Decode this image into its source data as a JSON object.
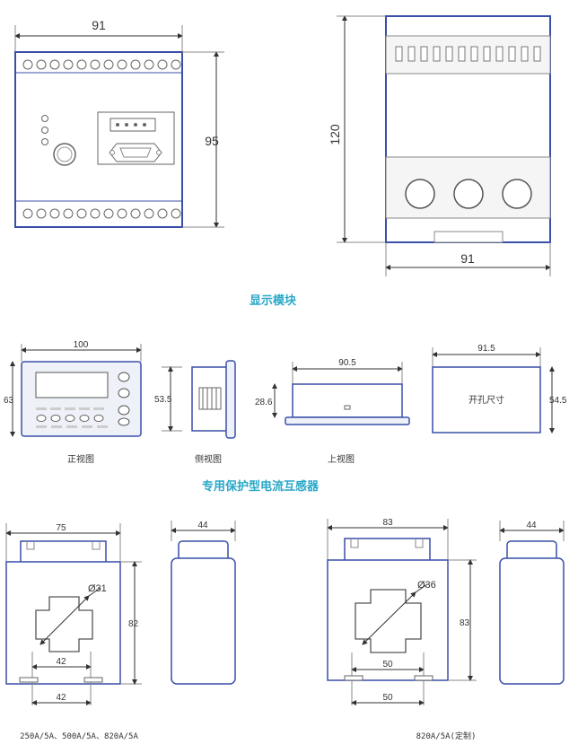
{
  "module_top": {
    "front": {
      "width": "91",
      "height": "95"
    },
    "side": {
      "height": "120",
      "width": "91"
    }
  },
  "display_module": {
    "caption": "显示模块",
    "front": {
      "width": "100",
      "height": "63",
      "label": "正视图"
    },
    "side": {
      "height": "53.5",
      "label": "侧视图"
    },
    "top": {
      "width": "90.5",
      "height": "28.6",
      "label": "上视图"
    },
    "cutout": {
      "width": "91.5",
      "height": "54.5",
      "label": "开孔尺寸"
    }
  },
  "ct": {
    "caption": "专用保护型电流互感器",
    "small": {
      "width": "75",
      "height": "82",
      "diameter": "Ø31",
      "inner": "42",
      "base": "42",
      "depth": "44",
      "models": "250A/5A、500A/5A、820A/5A"
    },
    "large": {
      "width": "83",
      "height": "83",
      "diameter": "Ø36",
      "inner": "50",
      "base": "50",
      "depth": "44",
      "models": "820A/5A(定制)"
    }
  },
  "colors": {
    "outline": "#3a4fa8",
    "caption": "#29a8c8",
    "panel": "#eef2f8"
  }
}
